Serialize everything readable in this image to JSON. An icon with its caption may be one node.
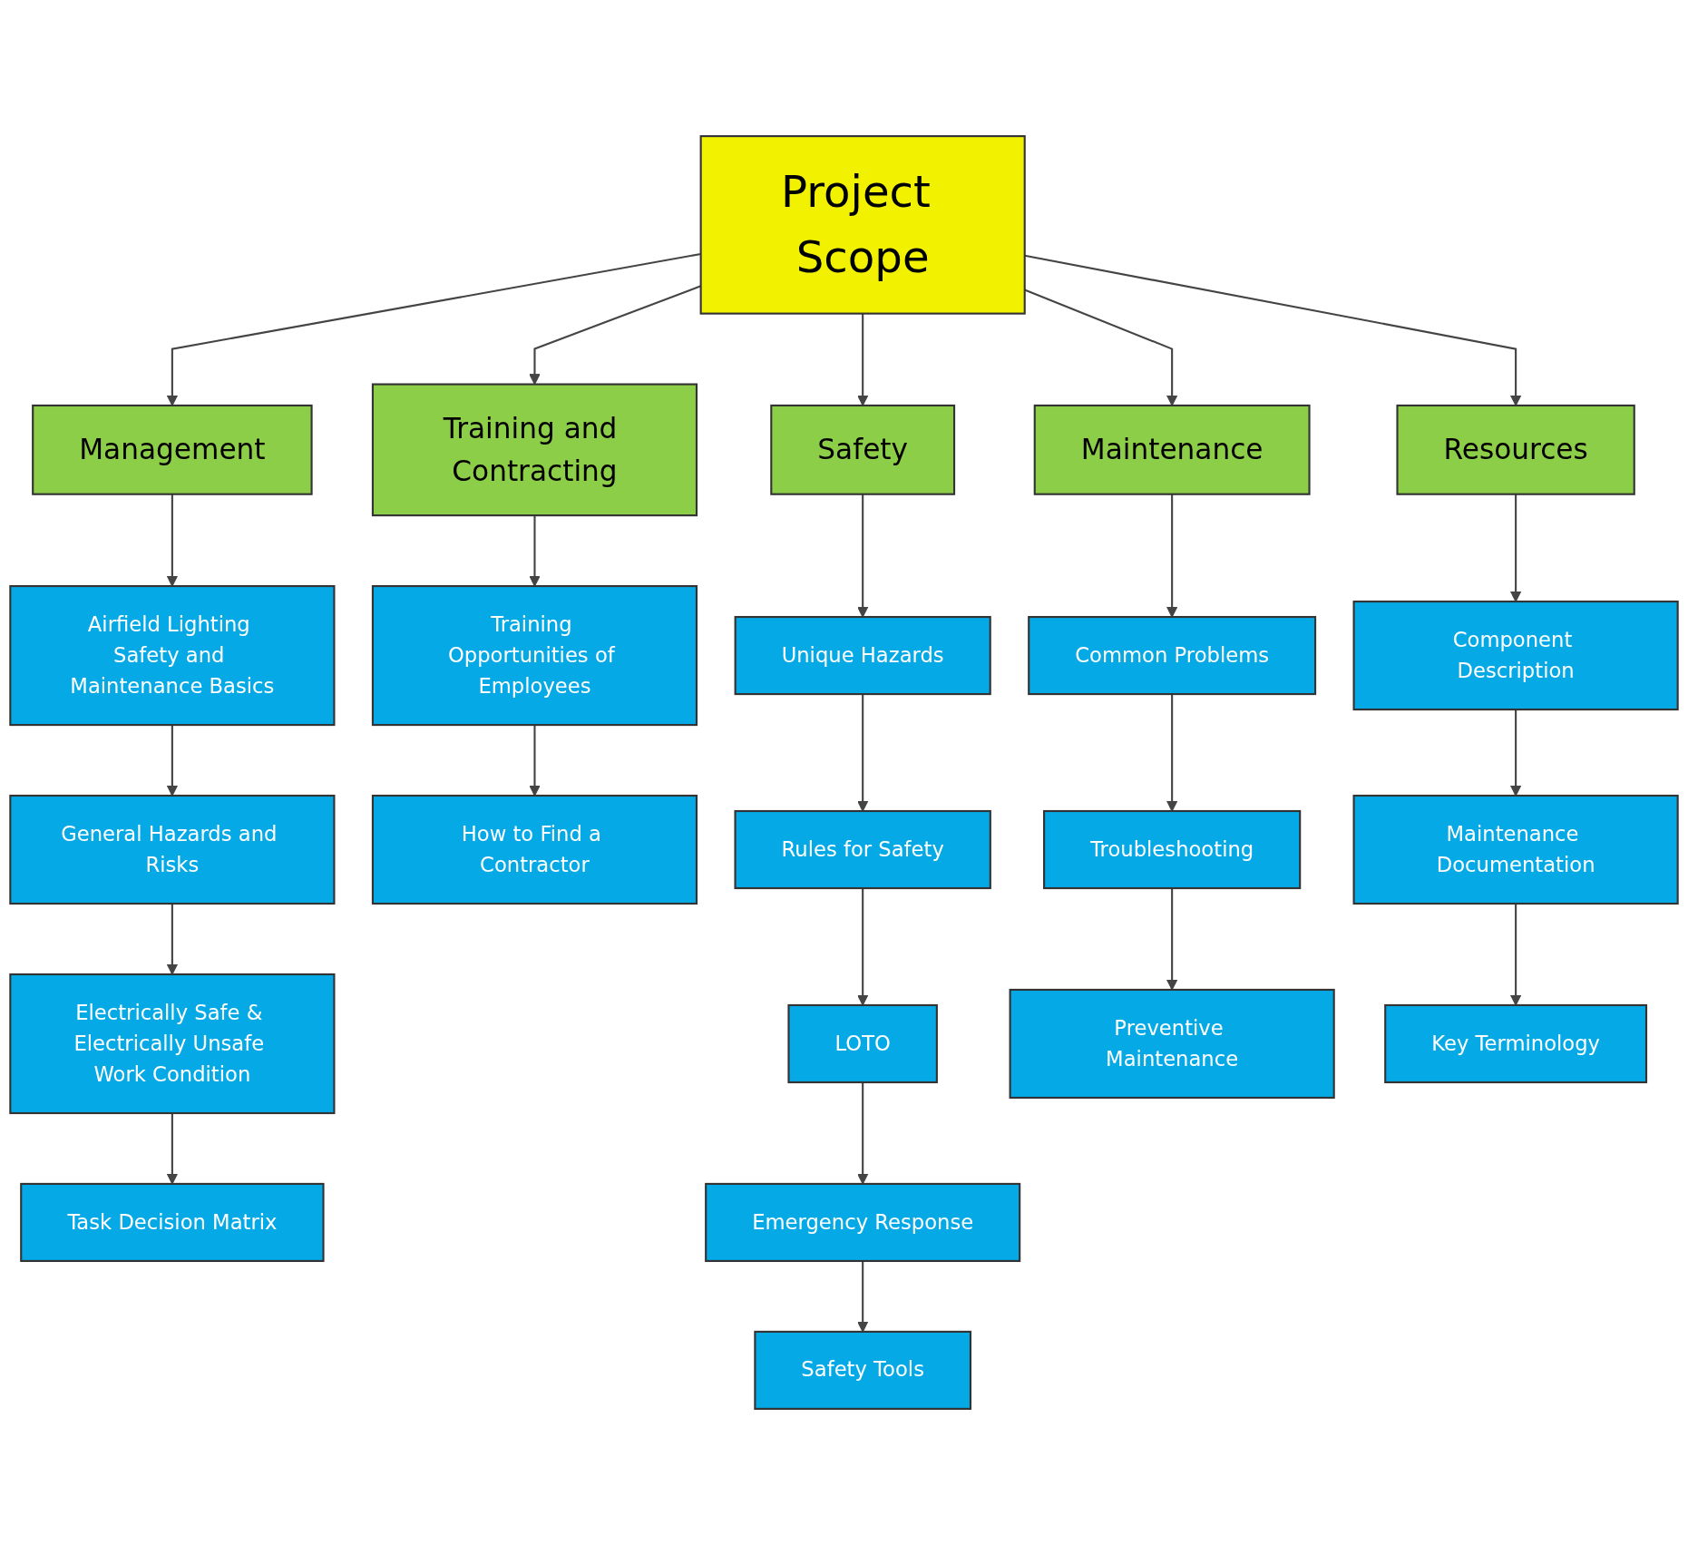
{
  "diagram": {
    "nodes": [
      {
        "text": [
          "Project Scope"
        ]
      },
      {
        "text": [
          "Management"
        ]
      },
      {
        "text": [
          "Training and Contracting"
        ]
      },
      {
        "text": [
          "Safety"
        ]
      },
      {
        "text": [
          "Maintenance"
        ]
      },
      {
        "text": [
          "Resources"
        ]
      },
      {
        "text": [
          "Airfield Lighting Safety and Maintenance Basics"
        ]
      },
      {
        "text": [
          "General Hazards and Risks"
        ]
      },
      {
        "text": [
          "Electrically Safe & Electrically Unsafe Work Condition"
        ]
      },
      {
        "text": [
          "Task Decision Matrix"
        ]
      },
      {
        "text": [
          "Training Opportunities of Employees"
        ]
      },
      {
        "text": [
          "How to Find a Contractor"
        ]
      },
      {
        "text": [
          "Unique Hazards"
        ]
      },
      {
        "text": [
          "Rules for Safety"
        ]
      },
      {
        "text": [
          "LOTO"
        ]
      },
      {
        "text": [
          "Emergency Response"
        ]
      },
      {
        "text": [
          "Safety Tools"
        ]
      },
      {
        "text": [
          "Common Problems"
        ]
      },
      {
        "text": [
          "Troubleshooting"
        ]
      },
      {
        "text": [
          "Preventive Maintenance"
        ]
      },
      {
        "text": [
          "Component Description"
        ]
      },
      {
        "text": [
          "Maintenance Documentation"
        ]
      },
      {
        "text": [
          "Key Terminology"
        ]
      }
    ],
    "edges": [
      {
        "from": 0,
        "to": 1,
        "arrow": "to"
      },
      {
        "from": 0,
        "to": 2,
        "arrow": "to"
      },
      {
        "from": 0,
        "to": 3,
        "arrow": "to"
      },
      {
        "from": 0,
        "to": 4,
        "arrow": "to"
      },
      {
        "from": 0,
        "to": 5,
        "arrow": "to"
      },
      {
        "from": 1,
        "to": 6,
        "arrow": "to"
      },
      {
        "from": 6,
        "to": 7,
        "arrow": "to"
      },
      {
        "from": 7,
        "to": 8,
        "arrow": "to"
      },
      {
        "from": 8,
        "to": 9,
        "arrow": "to"
      },
      {
        "from": 2,
        "to": 10,
        "arrow": "to"
      },
      {
        "from": 10,
        "to": 11,
        "arrow": "to"
      },
      {
        "from": 3,
        "to": 12,
        "arrow": "to"
      },
      {
        "from": 12,
        "to": 13,
        "arrow": "to"
      },
      {
        "from": 13,
        "to": 14,
        "arrow": "to"
      },
      {
        "from": 14,
        "to": 15,
        "arrow": "to"
      },
      {
        "from": 15,
        "to": 16,
        "arrow": "to"
      },
      {
        "from": 4,
        "to": 17,
        "arrow": "to"
      },
      {
        "from": 17,
        "to": 18,
        "arrow": "to"
      },
      {
        "from": 18,
        "to": 19,
        "arrow": "to"
      },
      {
        "from": 5,
        "to": 20,
        "arrow": "to"
      },
      {
        "from": 20,
        "to": 21,
        "arrow": "to"
      },
      {
        "from": 21,
        "to": 22,
        "arrow": "to"
      }
    ]
  }
}
